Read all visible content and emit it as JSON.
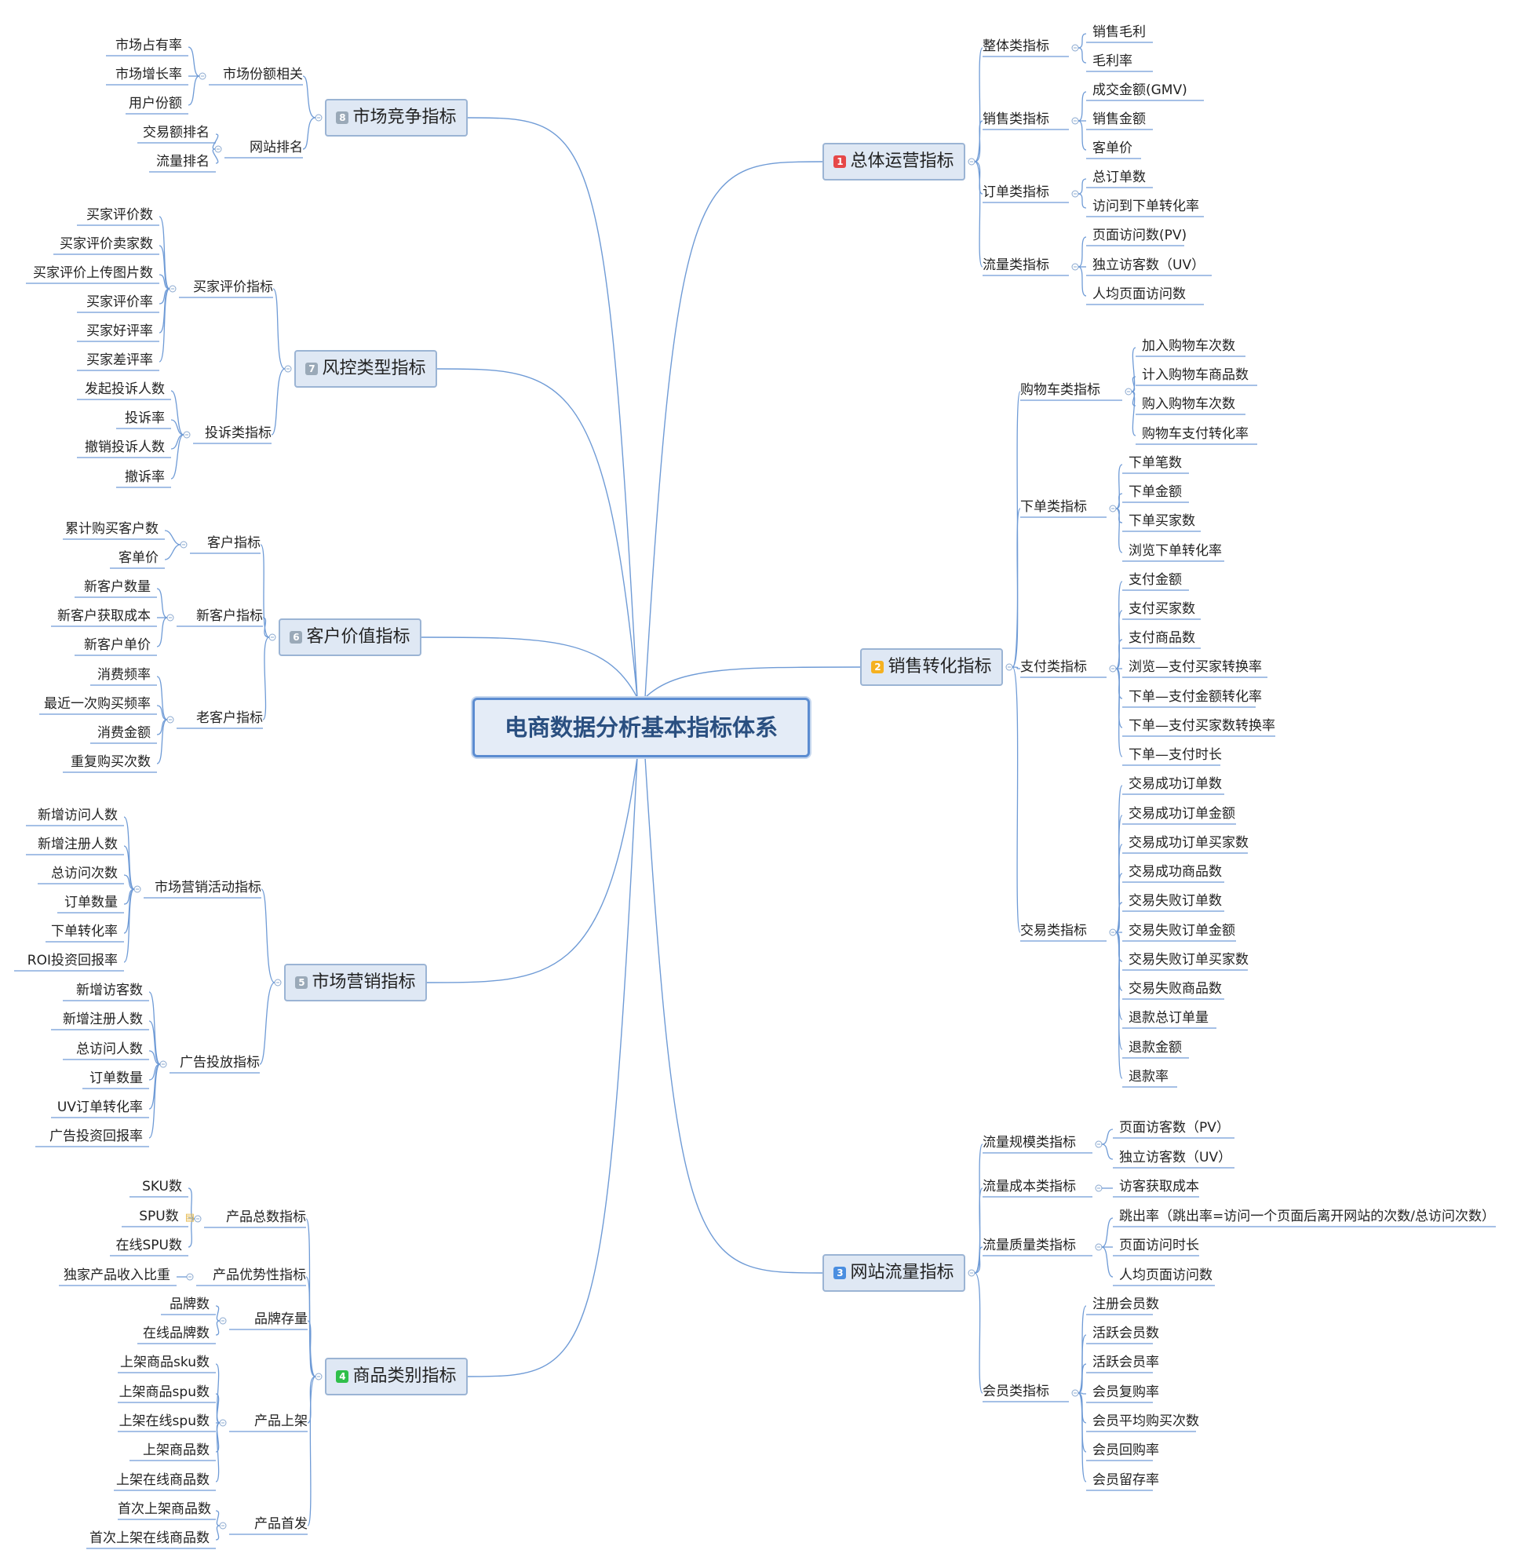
{
  "root": {
    "label": "电商数据分析基本指标体系"
  },
  "colors": {
    "line": "#6f9bd6",
    "root_border": "#5b8cd1",
    "branch_fill": "#dfe8f4",
    "branch_border": "#9bb4d4"
  },
  "branches": [
    {
      "number": "1",
      "label": "总体运营指标",
      "side": "right",
      "badge_color": "#e64848",
      "groups": [
        {
          "label": "整体类指标",
          "items": [
            "销售毛利",
            "毛利率"
          ]
        },
        {
          "label": "销售类指标",
          "items": [
            "成交金额(GMV)",
            "销售金额",
            "客单价"
          ]
        },
        {
          "label": "订单类指标",
          "items": [
            "总订单数",
            "访问到下单转化率"
          ]
        },
        {
          "label": "流量类指标",
          "items": [
            "页面访问数(PV)",
            "独立访客数（UV）",
            "人均页面访问数"
          ]
        }
      ]
    },
    {
      "number": "2",
      "label": "销售转化指标",
      "side": "right",
      "badge_color": "#f5b120",
      "groups": [
        {
          "label": "购物车类指标",
          "items": [
            "加入购物车次数",
            "计入购物车商品数",
            "购入购物车次数",
            "购物车支付转化率"
          ]
        },
        {
          "label": "下单类指标",
          "items": [
            "下单笔数",
            "下单金额",
            "下单买家数",
            "浏览下单转化率"
          ]
        },
        {
          "label": "支付类指标",
          "items": [
            "支付金额",
            "支付买家数",
            "支付商品数",
            "浏览—支付买家转换率",
            "下单—支付金额转化率",
            "下单—支付买家数转换率",
            "下单—支付时长"
          ]
        },
        {
          "label": "交易类指标",
          "items": [
            "交易成功订单数",
            "交易成功订单金额",
            "交易成功订单买家数",
            "交易成功商品数",
            "交易失败订单数",
            "交易失败订单金额",
            "交易失败订单买家数",
            "交易失败商品数",
            "退款总订单量",
            "退款金额",
            "退款率"
          ]
        }
      ]
    },
    {
      "number": "3",
      "label": "网站流量指标",
      "side": "right",
      "badge_color": "#4a8ee0",
      "groups": [
        {
          "label": "流量规模类指标",
          "items": [
            "页面访客数（PV）",
            "独立访客数（UV）"
          ]
        },
        {
          "label": "流量成本类指标",
          "items": [
            "访客获取成本"
          ]
        },
        {
          "label": "流量质量类指标",
          "items": [
            "跳出率（跳出率=访问一个页面后离开网站的次数/总访问次数）",
            "页面访问时长",
            "人均页面访问数"
          ]
        },
        {
          "label": "会员类指标",
          "items": [
            "注册会员数",
            "活跃会员数",
            "活跃会员率",
            "会员复购率",
            "会员平均购买次数",
            "会员回购率",
            "会员留存率"
          ]
        }
      ]
    },
    {
      "number": "8",
      "label": "市场竞争指标",
      "side": "left",
      "badge_color": "#9aa9b8",
      "groups": [
        {
          "label": "市场份额相关",
          "items": [
            "市场占有率",
            "市场增长率",
            "用户份额"
          ]
        },
        {
          "label": "网站排名",
          "items": [
            "交易额排名",
            "流量排名"
          ]
        }
      ]
    },
    {
      "number": "7",
      "label": "风控类型指标",
      "side": "left",
      "badge_color": "#9aa9b8",
      "groups": [
        {
          "label": "买家评价指标",
          "items": [
            "买家评价数",
            "买家评价卖家数",
            "买家评价上传图片数",
            "买家评价率",
            "买家好评率",
            "买家差评率"
          ]
        },
        {
          "label": "投诉类指标",
          "items": [
            "发起投诉人数",
            "投诉率",
            "撤销投诉人数",
            "撤诉率"
          ]
        }
      ]
    },
    {
      "number": "6",
      "label": "客户价值指标",
      "side": "left",
      "badge_color": "#9aa9b8",
      "groups": [
        {
          "label": "客户指标",
          "items": [
            "累计购买客户数",
            "客单价"
          ]
        },
        {
          "label": "新客户指标",
          "items": [
            "新客户数量",
            "新客户获取成本",
            "新客户单价"
          ]
        },
        {
          "label": "老客户指标",
          "items": [
            "消费频率",
            "最近一次购买频率",
            "消费金额",
            "重复购买次数"
          ]
        }
      ]
    },
    {
      "number": "5",
      "label": "市场营销指标",
      "side": "left",
      "badge_color": "#9aa9b8",
      "groups": [
        {
          "label": "市场营销活动指标",
          "items": [
            "新增访问人数",
            "新增注册人数",
            "总访问次数",
            "订单数量",
            "下单转化率",
            "ROI投资回报率"
          ]
        },
        {
          "label": "广告投放指标",
          "items": [
            "新增访客数",
            "新增注册人数",
            "总访问人数",
            "订单数量",
            "UV订单转化率",
            "广告投资回报率"
          ]
        }
      ]
    },
    {
      "number": "4",
      "label": "商品类别指标",
      "side": "left",
      "badge_color": "#2fbf4a",
      "groups": [
        {
          "label": "产品总数指标",
          "items": [
            "SKU数",
            "SPU数",
            "在线SPU数"
          ]
        },
        {
          "label": "产品优势性指标",
          "items": [
            "独家产品收入比重"
          ]
        },
        {
          "label": "品牌存量",
          "items": [
            "品牌数",
            "在线品牌数"
          ]
        },
        {
          "label": "产品上架",
          "items": [
            "上架商品sku数",
            "上架商品spu数",
            "上架在线spu数",
            "上架商品数",
            "上架在线商品数"
          ]
        },
        {
          "label": "产品首发",
          "items": [
            "首次上架商品数",
            "首次上架在线商品数"
          ]
        }
      ]
    }
  ]
}
